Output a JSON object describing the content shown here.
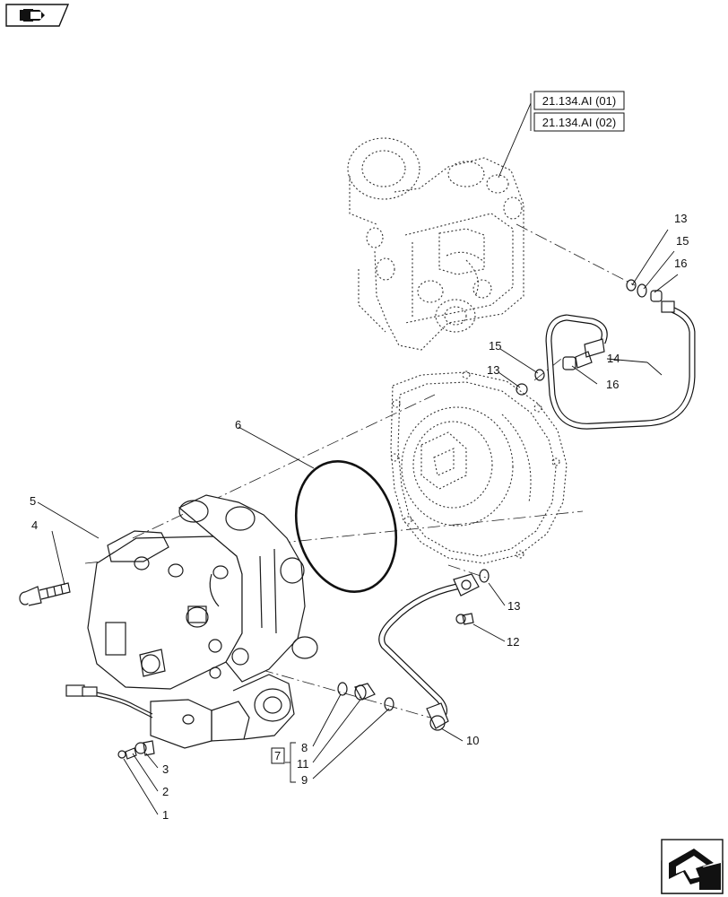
{
  "header": {
    "nav_icon": "pen-and-tray-icon"
  },
  "references": [
    {
      "label": "21.134.AI (01)"
    },
    {
      "label": "21.134.AI (02)"
    }
  ],
  "callouts": {
    "c1": "1",
    "c2": "2",
    "c3": "3",
    "c4": "4",
    "c5": "5",
    "c6": "6",
    "c7": "7",
    "c8": "8",
    "c9": "9",
    "c10": "10",
    "c11": "11",
    "c12": "12",
    "c13a": "13",
    "c13b": "13",
    "c13c": "13",
    "c14": "14",
    "c15a": "15",
    "c15b": "15",
    "c16a": "16",
    "c16b": "16"
  },
  "footer": {
    "next_icon": "next-page-arrow-icon"
  }
}
